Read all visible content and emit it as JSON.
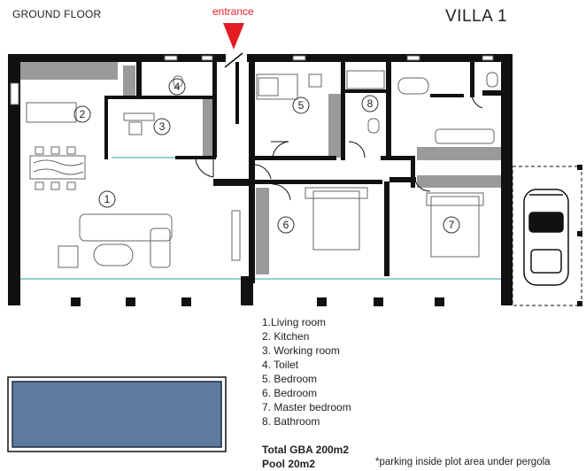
{
  "header": {
    "floor_label": "GROUND FLOOR",
    "villa_label": "VILLA 1",
    "entrance_label": "entrance"
  },
  "rooms": [
    "1",
    "2",
    "3",
    "4",
    "5",
    "6",
    "7",
    "8"
  ],
  "legend": [
    "1.Living room",
    "2. Kitchen",
    "3. Working room",
    "4. Toilet",
    "5. Bedroom",
    "6. Bedroom",
    "7. Master bedroom",
    "8. Bathroom"
  ],
  "totals": {
    "gba": "Total GBA 200m2",
    "pool": "Pool 20m2"
  },
  "parking_note": "*parking inside plot area under pergola",
  "colors": {
    "wall": "#111111",
    "pillar_gray": "#9a9a9a",
    "pool_fill": "#5e7b9f",
    "pool_border": "#1c2c44",
    "glass": "#8fd3d3",
    "entrance_arrow": "#e31b23"
  }
}
